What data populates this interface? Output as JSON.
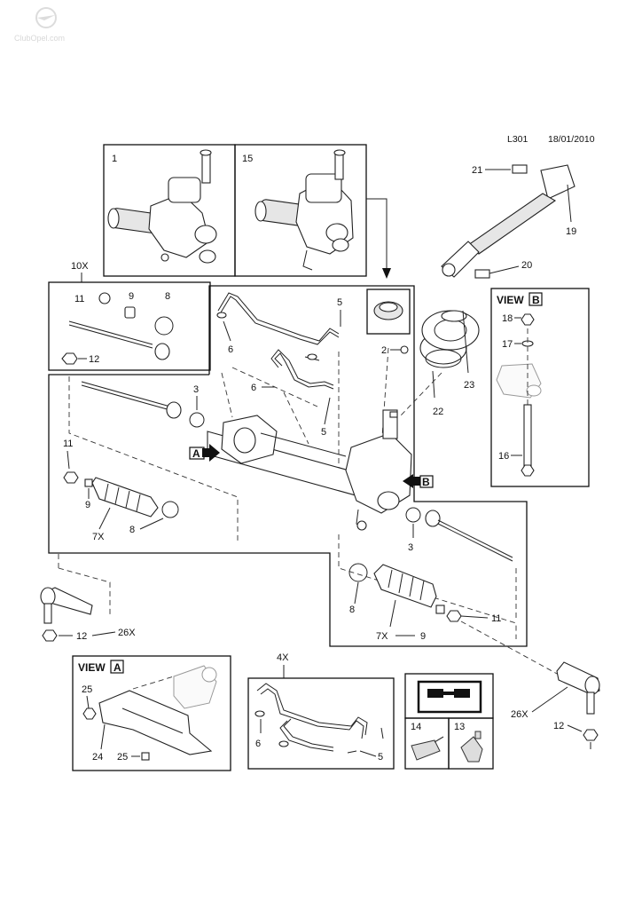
{
  "header": {
    "code": "L301",
    "date": "18/01/2010"
  },
  "watermark": "ClubOpel.com",
  "views": {
    "a_word": "VIEW",
    "a_letter": "A",
    "b_word": "VIEW",
    "b_letter": "B"
  },
  "arrows": {
    "a": "A",
    "b": "B"
  },
  "labels": {
    "p1": "1",
    "p15": "15",
    "p10x": "10X",
    "p11a": "11",
    "p9a": "9",
    "p8a": "8",
    "p12a": "12",
    "p21": "21",
    "p19": "19",
    "p20": "20",
    "p5a": "5",
    "p6a": "6",
    "p2": "2",
    "p6b": "6",
    "p5b": "5",
    "p3a": "3",
    "p22": "22",
    "p23": "23",
    "p18": "18",
    "p17": "17",
    "p16": "16",
    "p11b": "11",
    "p9b": "9",
    "p7xa": "7X",
    "p8b": "8",
    "p3b": "3",
    "p12b": "12",
    "p26xa": "26X",
    "p8c": "8",
    "p11c": "11",
    "p7xb": "7X",
    "p9c": "9",
    "p25a": "25",
    "p24": "24",
    "p25b": "25",
    "p4x": "4X",
    "p6c": "6",
    "p5c": "5",
    "p14": "14",
    "p13": "13",
    "p26xb": "26X",
    "p12c": "12"
  }
}
